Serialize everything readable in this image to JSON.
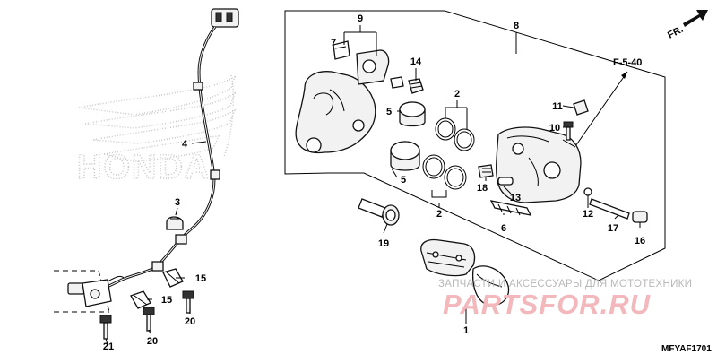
{
  "diagram": {
    "frame_reference": "F-5-40",
    "direction_label": "FR.",
    "brand_logo_text": "HONDA",
    "diagram_code": "MFYAF1701",
    "watermark": {
      "caption": "ЗАПЧАСТИ И АКСЕССУАРЫ ДЛЯ МОТОТЕХНИКИ",
      "logo_text": "PARTSFOR.RU"
    },
    "callouts": {
      "c1": "1",
      "c2a": "2",
      "c2b": "2",
      "c3": "3",
      "c4": "4",
      "c5a": "5",
      "c5b": "5",
      "c6": "6",
      "c7": "7",
      "c8": "8",
      "c9": "9",
      "c10": "10",
      "c11": "11",
      "c12": "12",
      "c13": "13",
      "c14": "14",
      "c15a": "15",
      "c15b": "15",
      "c16": "16",
      "c17": "17",
      "c18": "18",
      "c19": "19",
      "c20a": "20",
      "c20b": "20",
      "c21": "21"
    }
  }
}
